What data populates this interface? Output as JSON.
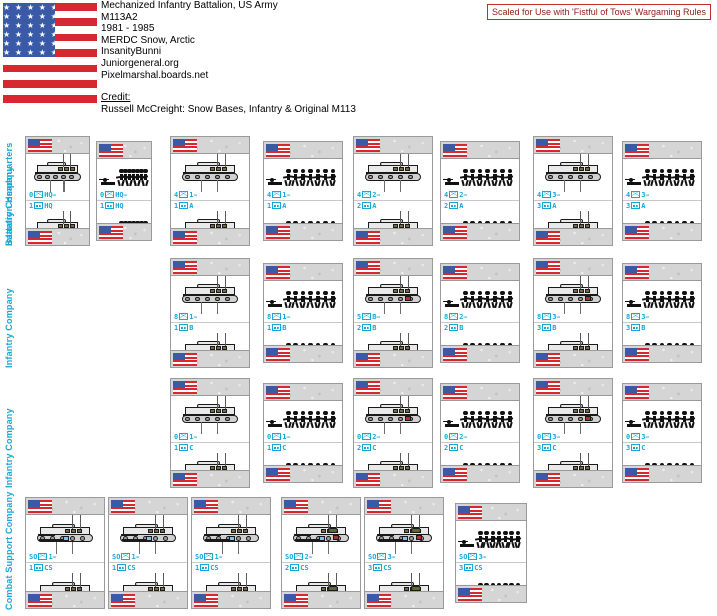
{
  "header": {
    "lines": [
      "Mechanized Infantry Battalion, US Army",
      "M113A2",
      "1981 - 1985",
      "MERDC Snow, Arctic",
      "InsanityBunni",
      "Juniorgeneral.org",
      "Pixelmarshal.boards.net"
    ],
    "credit_label": "Credit:",
    "credit_text": "Russell McCreight: Snow Bases, Infantry & Original M113",
    "flag_name": "us-flag"
  },
  "notice": {
    "text": "Scaled for Use with 'Fistful of Tows' Wargaming Rules",
    "border_color": "#c03028",
    "text_color": "#8f2018"
  },
  "colors": {
    "label_blue": "#19a7d6",
    "snow": "#d5d5d5",
    "flag_red": "#d7282f",
    "flag_blue": "#3a5aa8",
    "counter_border": "#9a9a9a"
  },
  "groups": [
    {
      "name": "Battalion Headquarters",
      "sidebar_label": "Battalion Headquarters",
      "counters": [
        {
          "top_label": "0HQ",
          "bottom_label": "1 HQ",
          "art": "vehicle",
          "variant": "m113-cmd"
        },
        {
          "top_label": "0HQ",
          "bottom_label": "1 HQ",
          "art": "infantry",
          "variant": "inf-hq"
        }
      ]
    },
    {
      "name": "Infantry Company A",
      "sidebar_label": "Infantry Company",
      "counters": [
        {
          "top_label": "4 1",
          "bottom_label": "1 A",
          "art": "vehicle",
          "variant": "m113-a1"
        },
        {
          "top_label": "4 1",
          "bottom_label": "1 A",
          "art": "infantry",
          "variant": "inf-a1"
        },
        {
          "top_label": "4 2",
          "bottom_label": "2 A",
          "art": "vehicle",
          "variant": "m113-a2"
        },
        {
          "top_label": "4 2",
          "bottom_label": "2 A",
          "art": "infantry",
          "variant": "inf-a2"
        },
        {
          "top_label": "4 3",
          "bottom_label": "3 A",
          "art": "vehicle",
          "variant": "m113-a3"
        },
        {
          "top_label": "4 3",
          "bottom_label": "3 A",
          "art": "infantry",
          "variant": "inf-a3"
        }
      ]
    },
    {
      "name": "Infantry Company B",
      "sidebar_label": "Infantry Company",
      "counters": [
        {
          "top_label": "8 1",
          "bottom_label": "1 B",
          "art": "vehicle",
          "variant": "m113-b1"
        },
        {
          "top_label": "8 1",
          "bottom_label": "1 B",
          "art": "infantry",
          "variant": "inf-b1"
        },
        {
          "top_label": "5 B",
          "bottom_label": "2 B",
          "art": "vehicle",
          "variant": "m113-b2"
        },
        {
          "top_label": "8 2",
          "bottom_label": "2 B",
          "art": "infantry",
          "variant": "inf-b2"
        },
        {
          "top_label": "8 3",
          "bottom_label": "3 B",
          "art": "vehicle",
          "variant": "m113-b3"
        },
        {
          "top_label": "8 3",
          "bottom_label": "3 B",
          "art": "infantry",
          "variant": "inf-b3"
        }
      ]
    },
    {
      "name": "Infantry Company C",
      "sidebar_label": "Infantry Company",
      "counters": [
        {
          "top_label": "0 1",
          "bottom_label": "1 C",
          "art": "vehicle",
          "variant": "m113-c1"
        },
        {
          "top_label": "0 1",
          "bottom_label": "1 C",
          "art": "infantry",
          "variant": "inf-c1"
        },
        {
          "top_label": "0 2",
          "bottom_label": "2 C",
          "art": "vehicle",
          "variant": "m113-c2"
        },
        {
          "top_label": "0 2",
          "bottom_label": "2 C",
          "art": "infantry",
          "variant": "inf-c2"
        },
        {
          "top_label": "0 3",
          "bottom_label": "3 C",
          "art": "vehicle",
          "variant": "m113-c3"
        },
        {
          "top_label": "0 3",
          "bottom_label": "3 C",
          "art": "infantry",
          "variant": "inf-c3"
        }
      ]
    },
    {
      "name": "Combat Support Company",
      "sidebar_label": "Combat Support Company",
      "counters": [
        {
          "top_label": "SO 1",
          "bottom_label": "1 CS",
          "art": "vehicle",
          "variant": "m113-mortar1"
        },
        {
          "top_label": "SO 1",
          "bottom_label": "1 CS",
          "art": "vehicle",
          "variant": "m113-mortar2"
        },
        {
          "top_label": "SO 1",
          "bottom_label": "1 CS",
          "art": "vehicle",
          "variant": "m113-mortar3"
        },
        {
          "top_label": "SO 2",
          "bottom_label": "2 CS",
          "art": "vehicle",
          "variant": "m113-tow1"
        },
        {
          "top_label": "SO 3",
          "bottom_label": "3 CS",
          "art": "vehicle",
          "variant": "m113-tow2"
        },
        {
          "top_label": "SO 3",
          "bottom_label": "3 CS",
          "art": "infantry",
          "variant": "inf-cs"
        }
      ]
    }
  ]
}
